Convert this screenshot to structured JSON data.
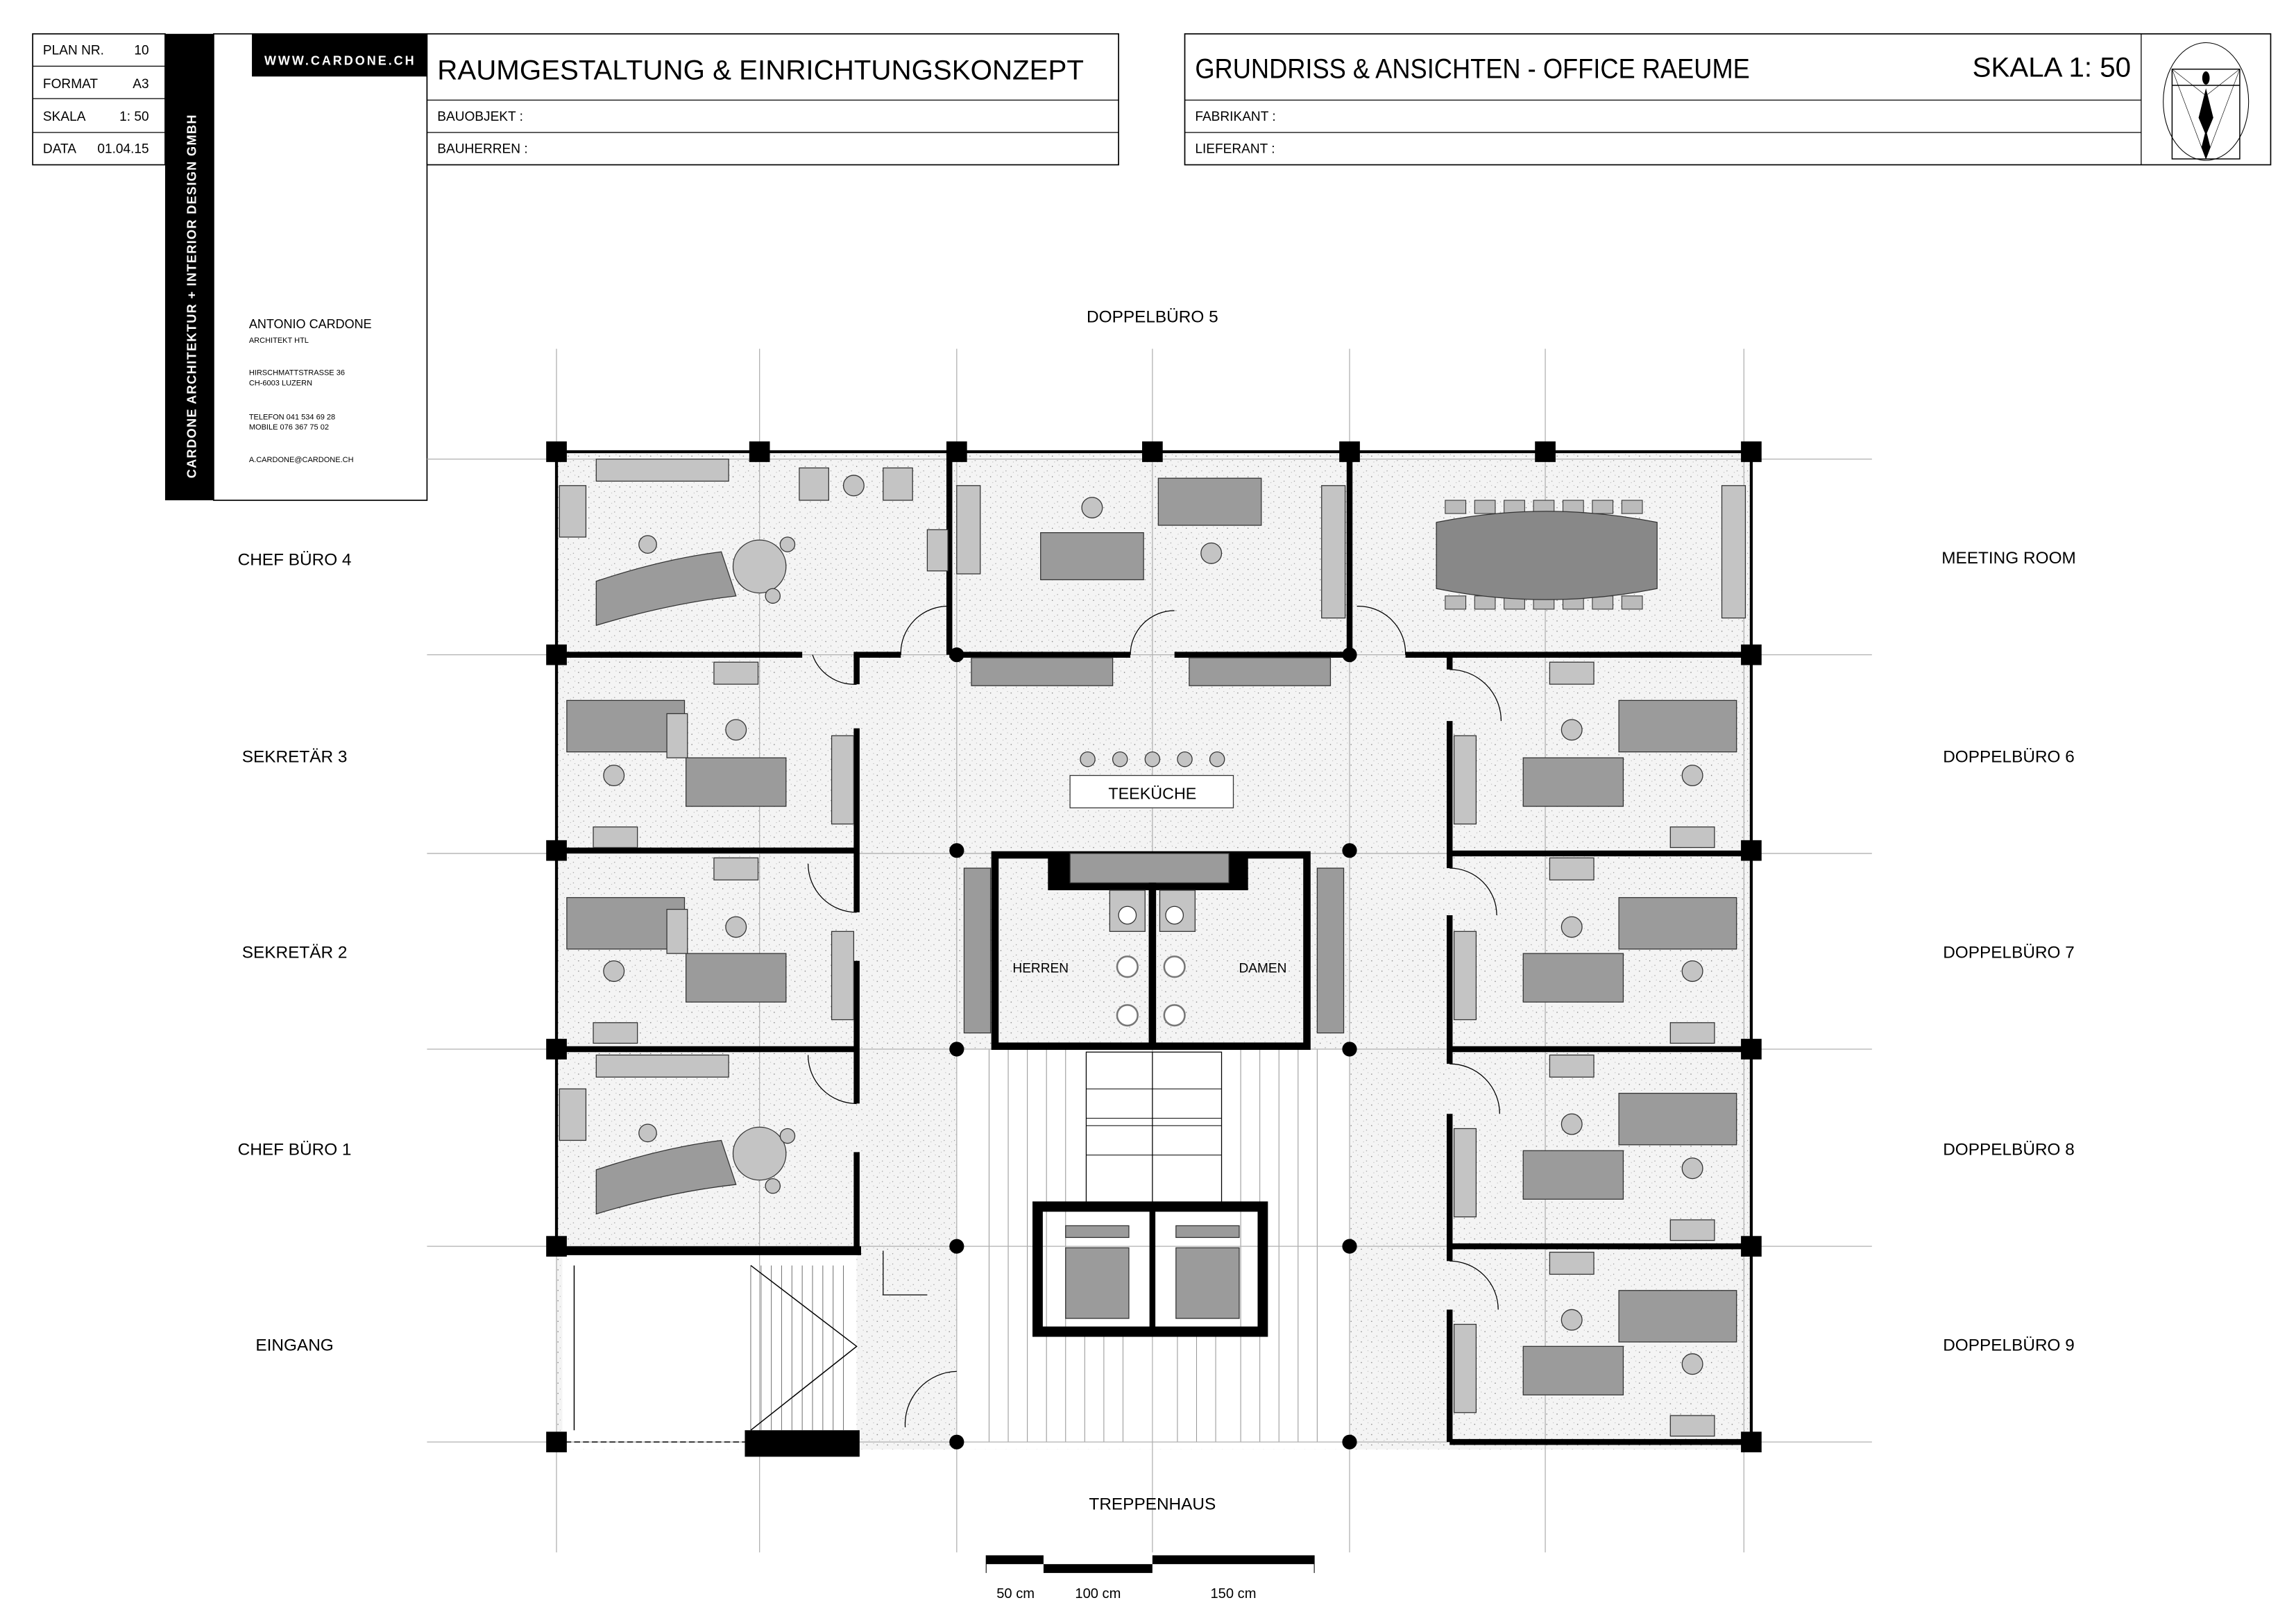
{
  "plan_info": {
    "rows": [
      {
        "label": "PLAN NR.",
        "value": "10"
      },
      {
        "label": "FORMAT",
        "value": "A3"
      },
      {
        "label": "SKALA",
        "value": "1: 50"
      },
      {
        "label": "DATA",
        "value": "01.04.15"
      }
    ]
  },
  "company": {
    "vertical_banner": "CARDONE ARCHITEKTUR  +  INTERIOR DESIGN GMBH",
    "website": "WWW.CARDONE.CH",
    "name": "ANTONIO  CARDONE",
    "title": "ARCHITEKT HTL",
    "street": "HIRSCHMATTSTRASSE 36",
    "city": "CH-6003 LUZERN",
    "phone": "TELEFON 041 534 69 28",
    "mobile": "MOBILE     076 367 75 02",
    "email": "A.CARDONE@CARDONE.CH"
  },
  "header_left": {
    "title": "RAUMGESTALTUNG  & EINRICHTUNGSKONZEPT",
    "bauobjekt": "BAUOBJEKT  :",
    "bauherren": "BAUHERREN  :"
  },
  "header_right": {
    "title": "GRUNDRISS & ANSICHTEN - OFFICE RAEUME",
    "scale": "SKALA   1: 50",
    "fabrikant": "FABRIKANT :",
    "lieferant": "LIEFERANT :"
  },
  "rooms": {
    "doppelbuero5": "DOPPELBÜRO 5",
    "chef4": "CHEF BÜRO 4",
    "sekretaer3": "SEKRETÄR 3",
    "sekretaer2": "SEKRETÄR 2",
    "chef1": "CHEF BÜRO 1",
    "eingang": "EINGANG",
    "meeting": "MEETING ROOM",
    "doppelbuero6": "DOPPELBÜRO 6",
    "doppelbuero7": "DOPPELBÜRO 7",
    "doppelbuero8": "DOPPELBÜRO 8",
    "doppelbuero9": "DOPPELBÜRO 9",
    "treppenhaus": "TREPPENHAUS",
    "teekueche": "TEEKÜCHE",
    "herren": "HERREN",
    "damen": "DAMEN"
  },
  "scale_bar": {
    "labels": [
      "50 cm",
      "100 cm",
      "150 cm"
    ]
  }
}
